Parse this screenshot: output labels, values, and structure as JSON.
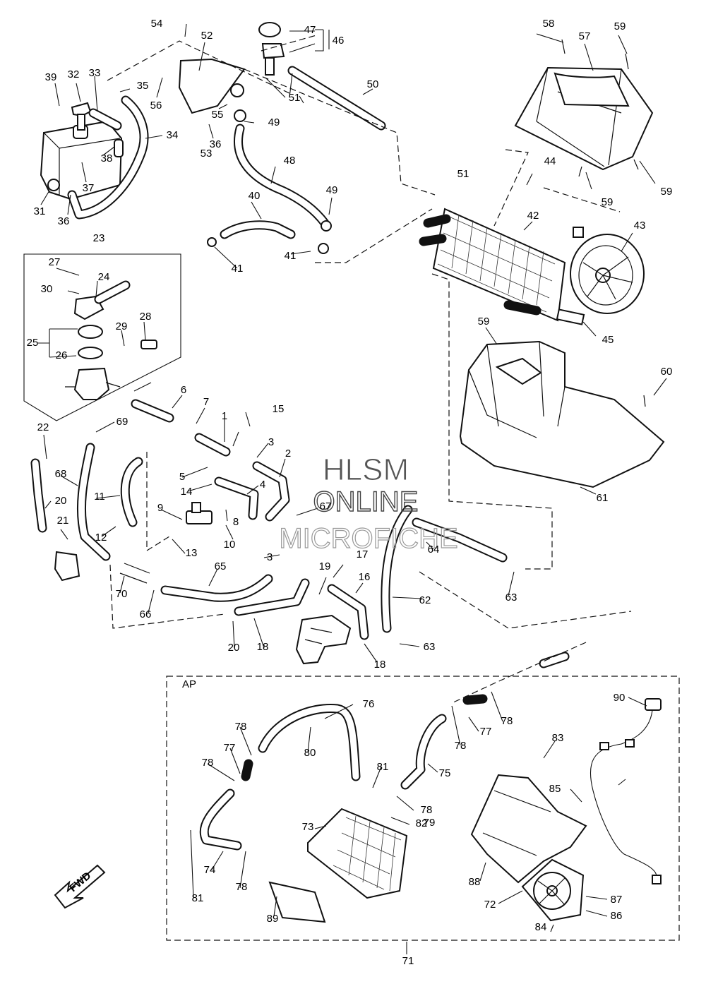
{
  "watermark": {
    "line1": "HLSM",
    "line2": "ONLINE",
    "line3": "MICROFICHE"
  },
  "fwd_label": "FWD",
  "group_label": "AP",
  "callouts": [
    "1",
    "2",
    "3",
    "3",
    "4",
    "5",
    "6",
    "7",
    "8",
    "9",
    "10",
    "11",
    "12",
    "13",
    "14",
    "15",
    "16",
    "17",
    "18",
    "18",
    "19",
    "20",
    "20",
    "21",
    "22",
    "23",
    "24",
    "25",
    "26",
    "27",
    "28",
    "29",
    "30",
    "31",
    "32",
    "33",
    "34",
    "35",
    "36",
    "36",
    "37",
    "38",
    "39",
    "40",
    "41",
    "41",
    "42",
    "43",
    "44",
    "45",
    "46",
    "47",
    "48",
    "49",
    "49",
    "50",
    "51",
    "51",
    "52",
    "53",
    "54",
    "55",
    "56",
    "57",
    "58",
    "59",
    "59",
    "59",
    "59",
    "60",
    "61",
    "62",
    "63",
    "63",
    "64",
    "65",
    "66",
    "67",
    "68",
    "69",
    "70",
    "71",
    "72",
    "73",
    "74",
    "75",
    "76",
    "77",
    "77",
    "78",
    "78",
    "78",
    "78",
    "78",
    "78",
    "79",
    "80",
    "81",
    "81",
    "82",
    "83",
    "84",
    "85",
    "86",
    "87",
    "88",
    "89",
    "90"
  ]
}
